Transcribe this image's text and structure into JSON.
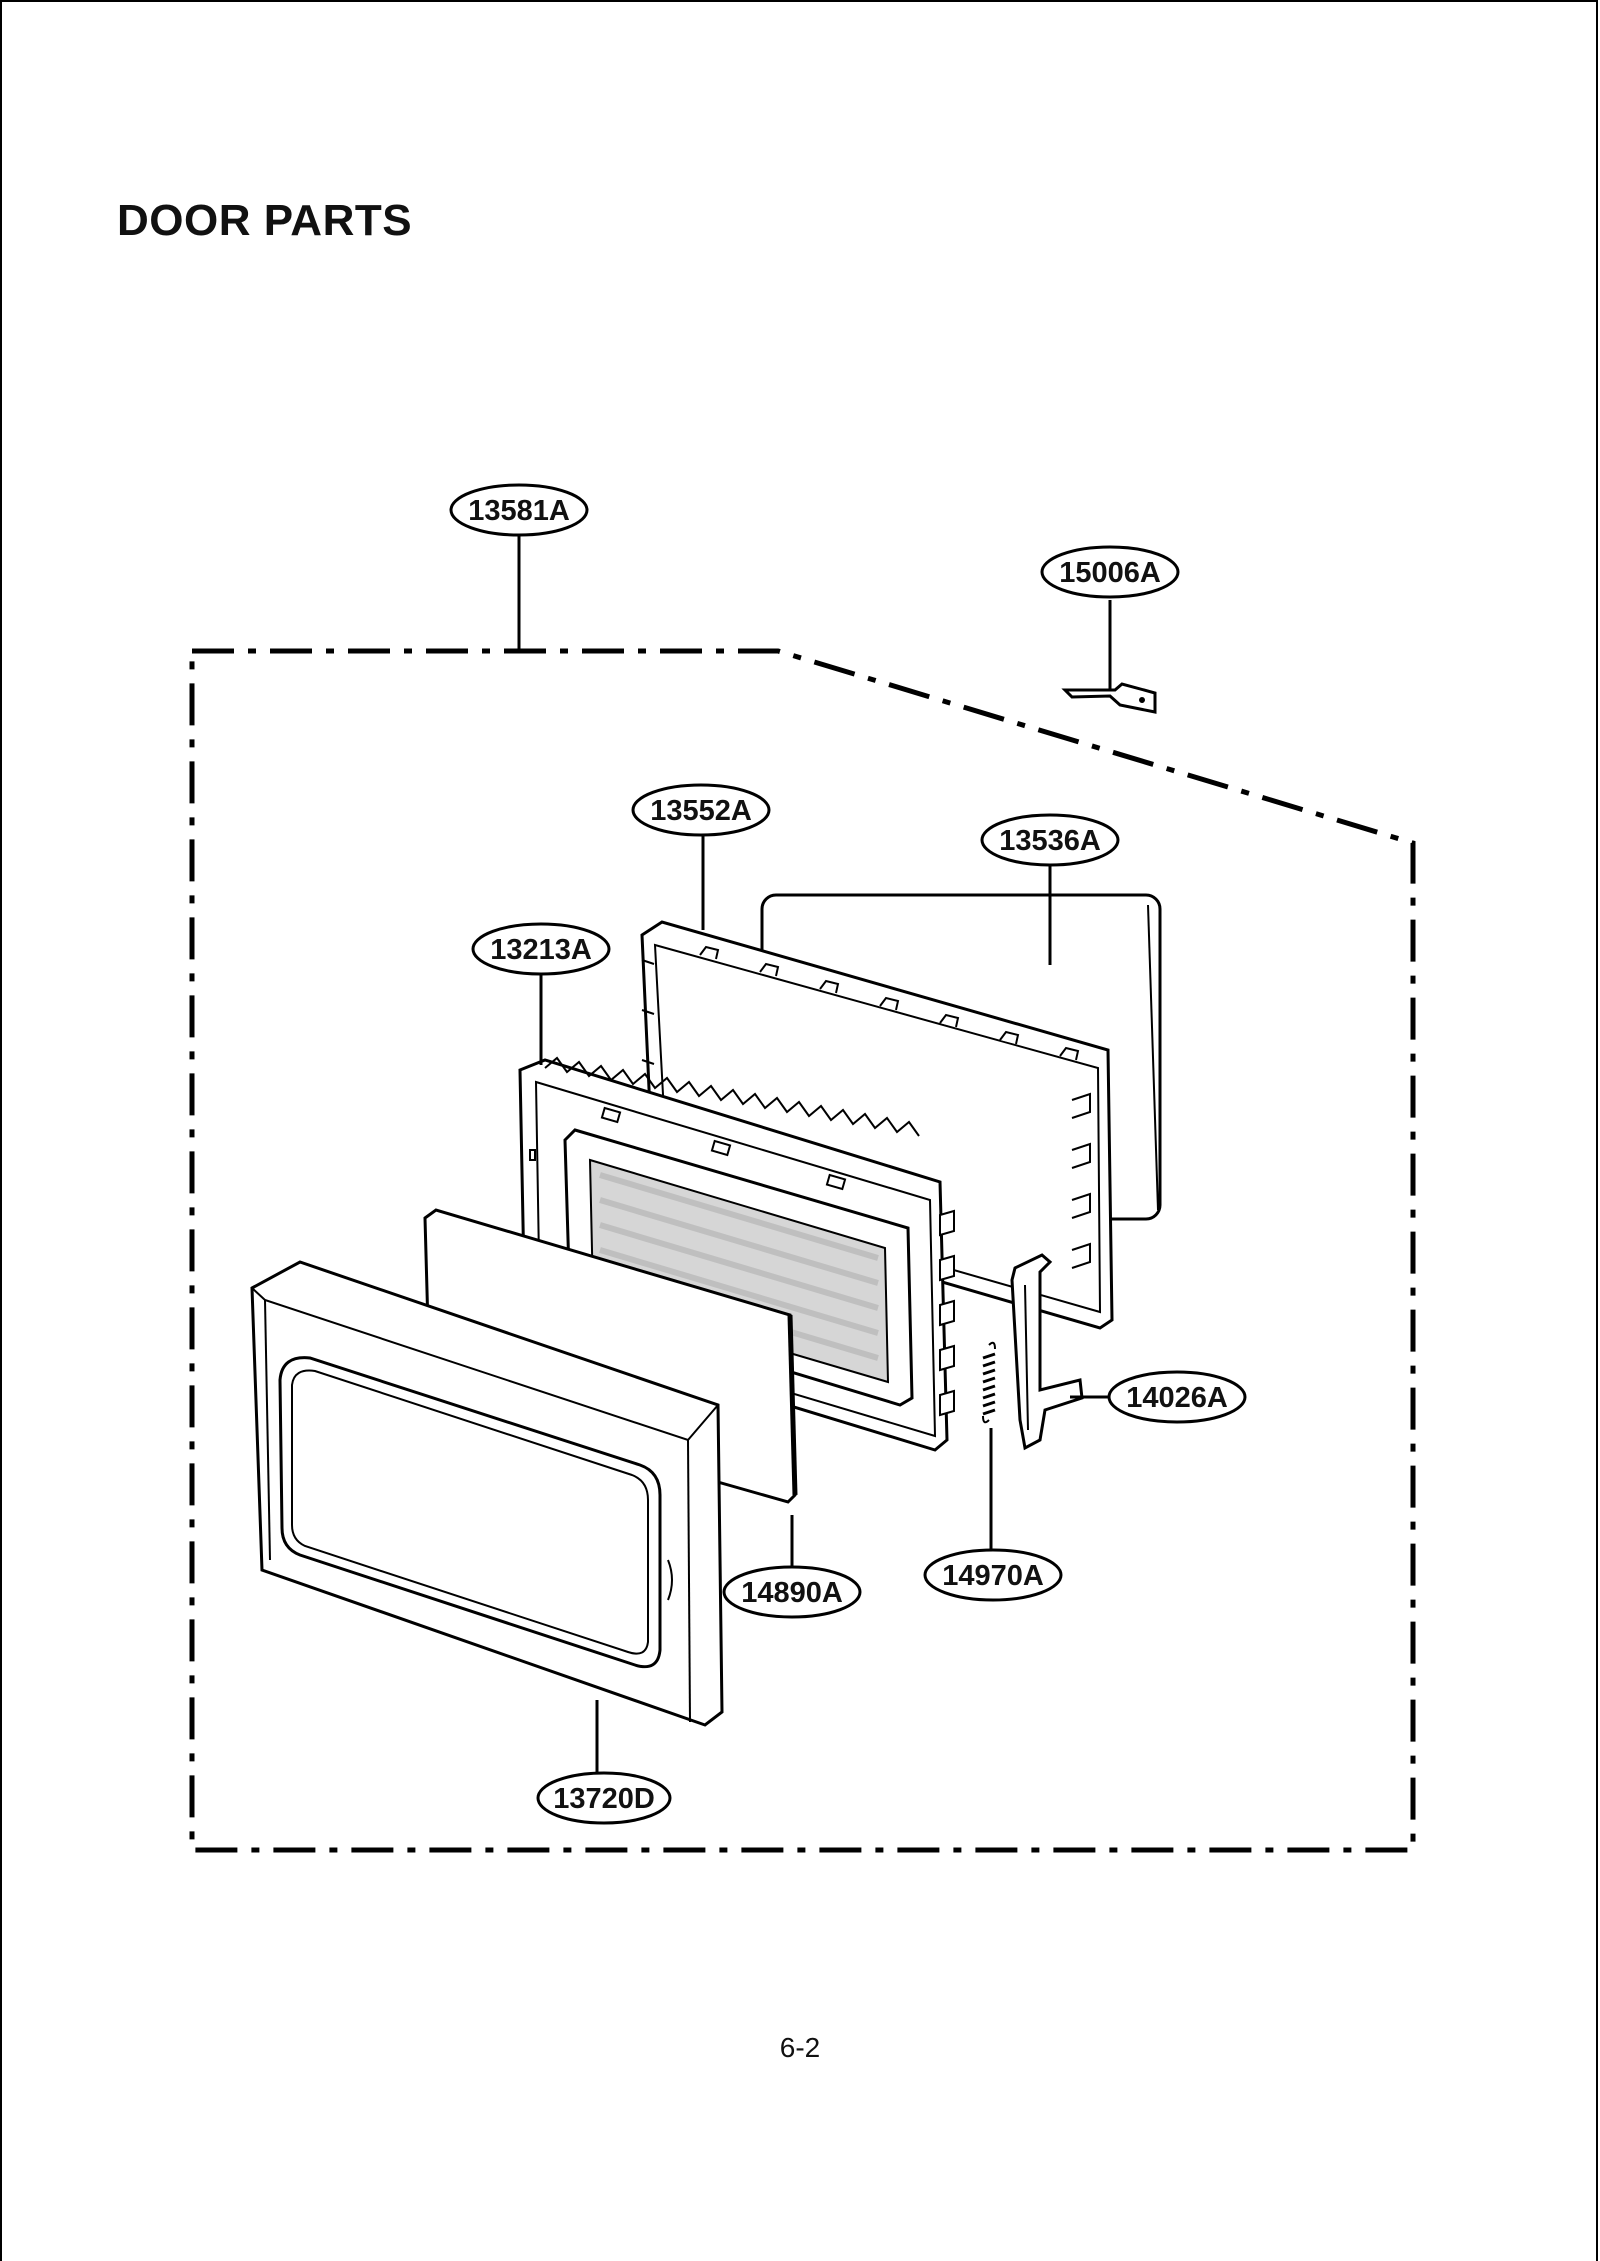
{
  "title": "DOOR PARTS",
  "page_number": "6-2",
  "parts": {
    "assembly": "13581A",
    "latch_bracket": "15006A",
    "choke_frame": "13552A",
    "screen_cover": "13536A",
    "door_frame": "13213A",
    "latch_lever": "14026A",
    "door_glass": "14890A",
    "latch_spring": "14970A",
    "door_front": "13720D"
  }
}
